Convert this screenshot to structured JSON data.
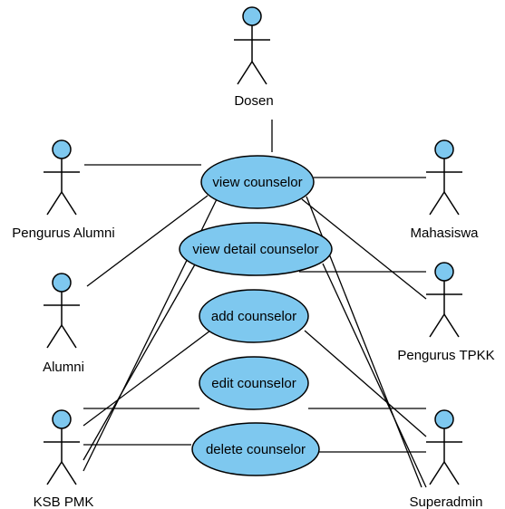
{
  "diagram": {
    "colors": {
      "fill": "#7ec8ef",
      "stroke": "#000000"
    },
    "actors": {
      "dosen": "Dosen",
      "pengurus_alumni": "Pengurus Alumni",
      "mahasiswa": "Mahasiswa",
      "alumni": "Alumni",
      "pengurus_tpkk": "Pengurus TPKK",
      "ksb_pmk": "KSB PMK",
      "superadmin": "Superadmin"
    },
    "use_cases": {
      "view_counselor": "view counselor",
      "view_detail_counselor": "view detail counselor",
      "add_counselor": "add counselor",
      "edit_counselor": "edit counselor",
      "delete_counselor": "delete counselor"
    }
  }
}
